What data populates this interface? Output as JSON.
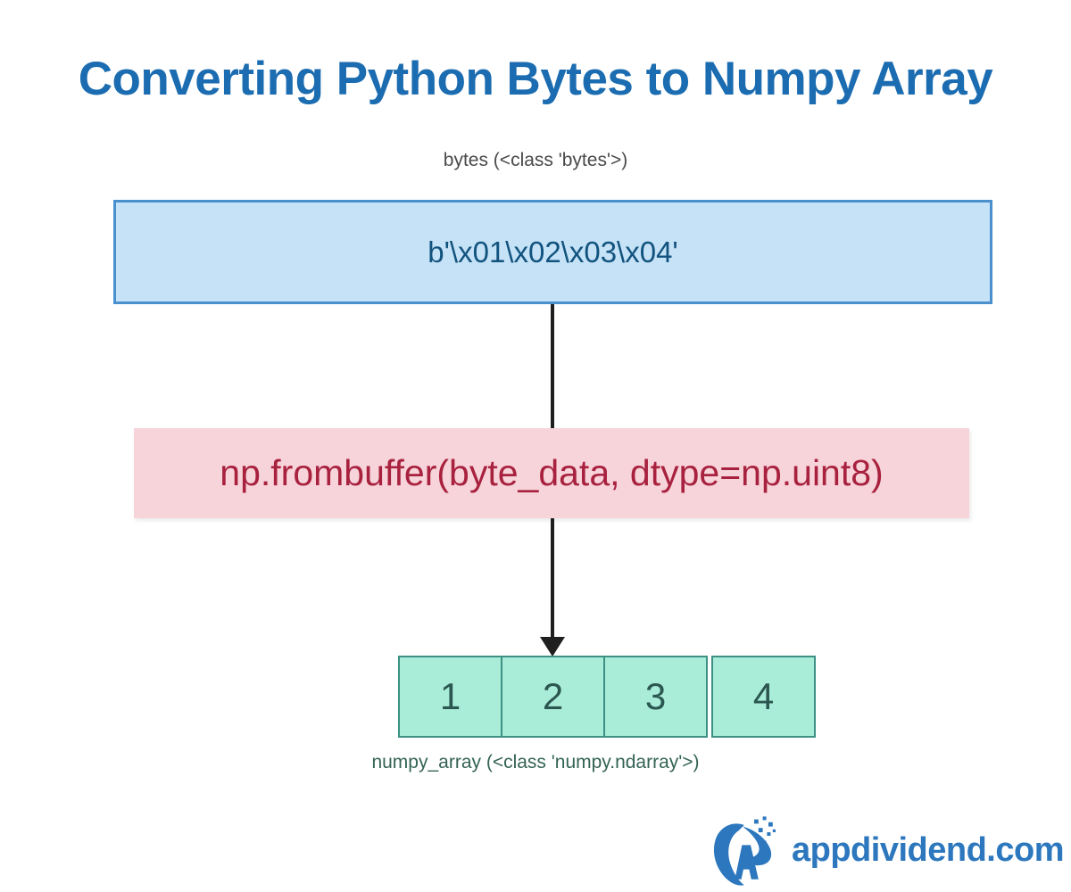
{
  "page": {
    "title": "Converting Python Bytes to Numpy Array",
    "background": "#ffffff"
  },
  "colors": {
    "title_blue": "#1b6cb0",
    "bytes_box_fill": "#c5e2f7",
    "bytes_box_border": "#4a90cf",
    "bytes_text": "#12537e",
    "func_box_fill": "#f7d4da",
    "func_text": "#a8213f",
    "array_cell_fill": "#a9ecd8",
    "array_cell_border": "#3d9184",
    "array_cell_text": "#2b5750",
    "caption_top_text": "#4a4a4a",
    "caption_bottom_text": "#346355",
    "connector": "#1f1f1f",
    "logo_blue": "#2c77bd"
  },
  "diagram": {
    "input": {
      "caption": "bytes (<class 'bytes'>)",
      "value": "b'\\x01\\x02\\x03\\x04'"
    },
    "operation": {
      "expression": "np.frombuffer(byte_data, dtype=np.uint8)"
    },
    "output": {
      "caption": "numpy_array (<class 'numpy.ndarray'>)",
      "cells": [
        "1",
        "2",
        "3",
        "4"
      ]
    }
  },
  "branding": {
    "logo_text": "appdividend.com"
  }
}
